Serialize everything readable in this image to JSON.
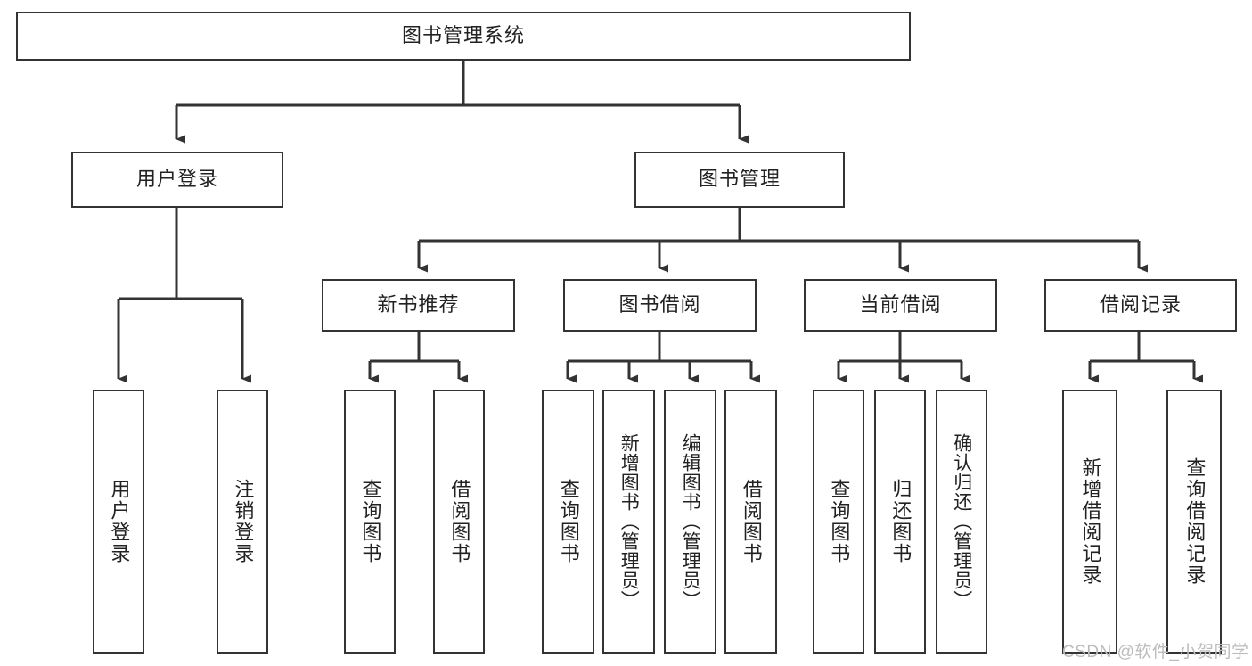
{
  "diagram": {
    "title": "图书管理系统",
    "type": "tree-hierarchy-chart",
    "stroke_color": "#333333",
    "fill_color": "#ffffff",
    "text_color": "#222222"
  },
  "nodes": {
    "root": {
      "label": "图书管理系统"
    },
    "level2": [
      {
        "label": "用户登录"
      },
      {
        "label": "图书管理"
      }
    ],
    "level3": [
      {
        "label": "新书推荐"
      },
      {
        "label": "图书借阅"
      },
      {
        "label": "当前借阅"
      },
      {
        "label": "借阅记录"
      }
    ],
    "leaves": {
      "user_login": [
        {
          "label": "用户登录"
        },
        {
          "label": "注销登录"
        }
      ],
      "new_book": [
        {
          "label": "查询图书"
        },
        {
          "label": "借阅图书"
        }
      ],
      "borrow_book": [
        {
          "label": "查询图书"
        },
        {
          "label": "新增图书（管理员）"
        },
        {
          "label": "编辑图书（管理员）"
        },
        {
          "label": "借阅图书"
        }
      ],
      "current_borrow": [
        {
          "label": "查询图书"
        },
        {
          "label": "归还图书"
        },
        {
          "label": "确认归还（管理员）"
        }
      ],
      "borrow_record": [
        {
          "label": "新增借阅记录"
        },
        {
          "label": "查询借阅记录"
        }
      ]
    }
  },
  "watermark": {
    "text": "CSDN @软件_小贺同学"
  }
}
